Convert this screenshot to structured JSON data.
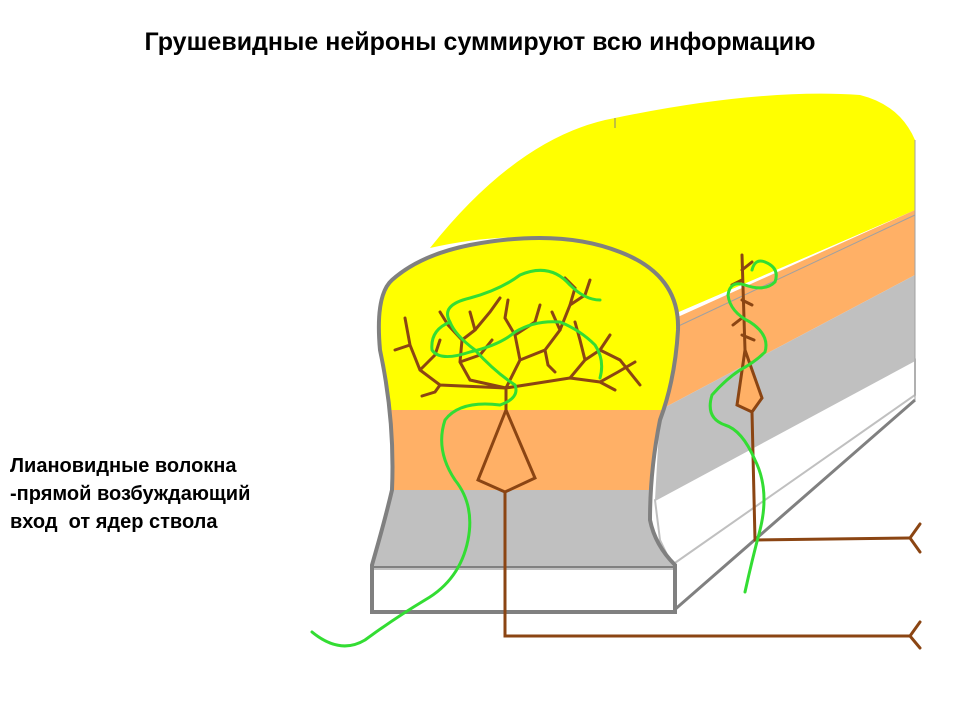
{
  "title": "Грушевидные нейроны суммируют всю информацию",
  "caption": {
    "lines": [
      "Лиановидные волокна",
      "-прямой возбуждающий",
      "вход  от ядер ствола"
    ]
  },
  "colors": {
    "molecular_layer": "#ffff00",
    "purkinje_layer": "#ffb066",
    "granular_layer": "#c0c0c0",
    "white_matter": "#ffffff",
    "outline": "#808080",
    "purkinje_neuron": "#8b4513",
    "climbing_fiber": "#33dd33"
  }
}
